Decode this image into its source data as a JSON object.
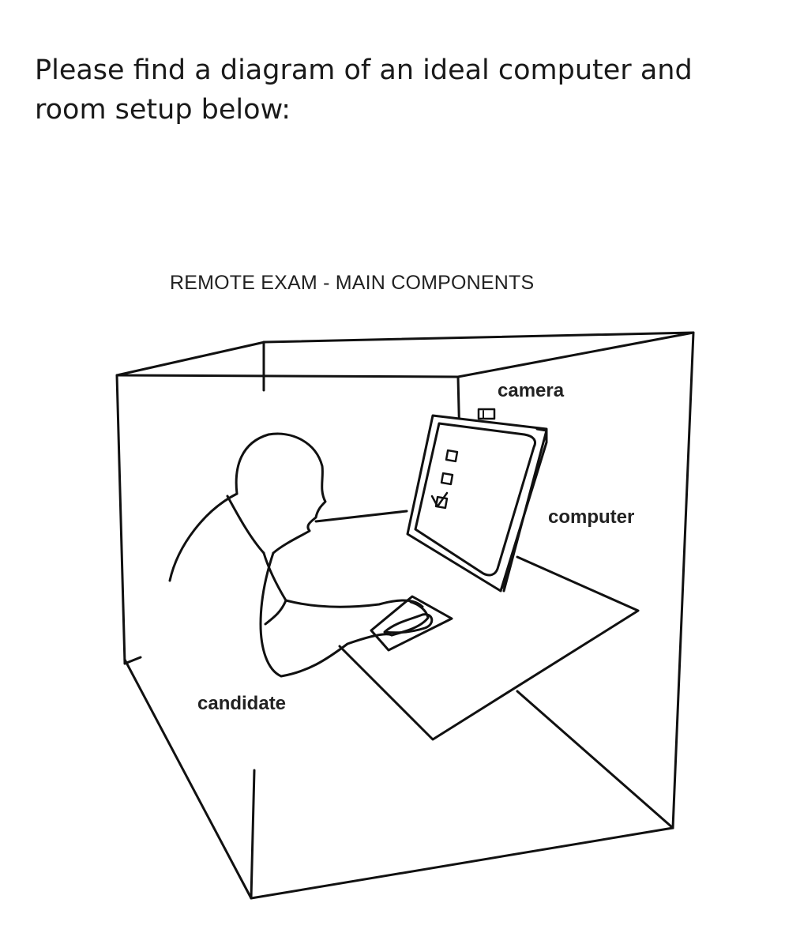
{
  "page": {
    "intro_text": "Please find a diagram of an ideal computer and room setup below:"
  },
  "diagram": {
    "title": "REMOTE EXAM - MAIN COMPONENTS",
    "labels": {
      "camera": "camera",
      "computer": "computer",
      "candidate": "candidate"
    }
  },
  "colors": {
    "line": "#111111",
    "background": "#ffffff"
  }
}
